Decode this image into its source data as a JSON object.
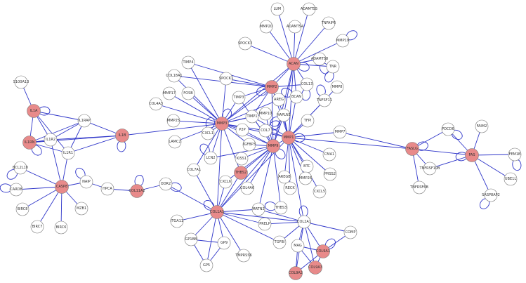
{
  "colors": {
    "edge": "#2f36c9",
    "highlight": "#e88a8a",
    "plain": "#ffffff"
  },
  "nodes": [
    {
      "id": "S100A13",
      "hl": false
    },
    {
      "id": "IL1A",
      "hl": true
    },
    {
      "id": "IL1RAP",
      "hl": false
    },
    {
      "id": "IL1RN",
      "hl": true
    },
    {
      "id": "IL1R2",
      "hl": false
    },
    {
      "id": "IL1R1",
      "hl": false
    },
    {
      "id": "IL1B",
      "hl": true
    },
    {
      "id": "BCL2L10",
      "hl": false
    },
    {
      "id": "CARD8",
      "hl": false
    },
    {
      "id": "CASP8",
      "hl": true
    },
    {
      "id": "NAIP",
      "hl": false
    },
    {
      "id": "HPCA",
      "hl": false
    },
    {
      "id": "BIRC8",
      "hl": false
    },
    {
      "id": "BIRC7",
      "hl": false
    },
    {
      "id": "BIRC6",
      "hl": false
    },
    {
      "id": "MZB1",
      "hl": false
    },
    {
      "id": "COL11A2",
      "hl": true
    },
    {
      "id": "ODR2",
      "hl": false
    },
    {
      "id": "LUM",
      "hl": false
    },
    {
      "id": "ADAMTS5",
      "hl": false
    },
    {
      "id": "MMP20",
      "hl": false
    },
    {
      "id": "ADAMTS4",
      "hl": false
    },
    {
      "id": "TNFAIP6",
      "hl": false
    },
    {
      "id": "SPOCK3",
      "hl": false
    },
    {
      "id": "MMP19",
      "hl": false
    },
    {
      "id": "ACAN",
      "hl": true
    },
    {
      "id": "ADAMTS8",
      "hl": false
    },
    {
      "id": "TNR",
      "hl": false
    },
    {
      "id": "TIMP4",
      "hl": false
    },
    {
      "id": "COL18A1",
      "hl": false
    },
    {
      "id": "SPOCK1",
      "hl": false
    },
    {
      "id": "MMP2",
      "hl": true
    },
    {
      "id": "COL13",
      "hl": false
    },
    {
      "id": "MMP8",
      "hl": false
    },
    {
      "id": "MMP17",
      "hl": false
    },
    {
      "id": "FOSB",
      "hl": false
    },
    {
      "id": "TIMP3",
      "hl": false
    },
    {
      "id": "AREG",
      "hl": false
    },
    {
      "id": "BCAN",
      "hl": false
    },
    {
      "id": "COL4A3",
      "hl": false
    },
    {
      "id": "TNFSF11",
      "hl": false
    },
    {
      "id": "TIMP1",
      "hl": false
    },
    {
      "id": "MMP10",
      "hl": false
    },
    {
      "id": "HAPLN1",
      "hl": false
    },
    {
      "id": "MMP25",
      "hl": false
    },
    {
      "id": "MMP3",
      "hl": true
    },
    {
      "id": "TFPI",
      "hl": false
    },
    {
      "id": "CXCL1",
      "hl": false
    },
    {
      "id": "P2P",
      "hl": false
    },
    {
      "id": "COL7",
      "hl": false
    },
    {
      "id": "MMP1",
      "hl": true
    },
    {
      "id": "MMP7",
      "hl": false
    },
    {
      "id": "FASLG",
      "hl": true
    },
    {
      "id": "PDCD6",
      "hl": false
    },
    {
      "id": "FAIM2",
      "hl": false
    },
    {
      "id": "FAS",
      "hl": true
    },
    {
      "id": "FEM1B",
      "hl": false
    },
    {
      "id": "TNFRSF10B",
      "hl": false
    },
    {
      "id": "UBE1L",
      "hl": false
    },
    {
      "id": "SASP8AP2",
      "hl": false
    },
    {
      "id": "TNFRSF6B",
      "hl": false
    },
    {
      "id": "LAMC2",
      "hl": false
    },
    {
      "id": "IGFBP3",
      "hl": false
    },
    {
      "id": "MMP9",
      "hl": true
    },
    {
      "id": "CMA1",
      "hl": false
    },
    {
      "id": "LCN2",
      "hl": false
    },
    {
      "id": "KISS1",
      "hl": false
    },
    {
      "id": "BTC",
      "hl": false
    },
    {
      "id": "COL7A1",
      "hl": false
    },
    {
      "id": "THBS2",
      "hl": true
    },
    {
      "id": "CXCL6",
      "hl": false
    },
    {
      "id": "AREGB",
      "hl": false
    },
    {
      "id": "MMP26",
      "hl": false
    },
    {
      "id": "PRSS2",
      "hl": false
    },
    {
      "id": "RECK",
      "hl": false
    },
    {
      "id": "CXCL5",
      "hl": false
    },
    {
      "id": "COL4A6",
      "hl": false
    },
    {
      "id": "MATN2",
      "hl": false
    },
    {
      "id": "THBS3",
      "hl": false
    },
    {
      "id": "COL1A1",
      "hl": true
    },
    {
      "id": "ITGA11",
      "hl": false
    },
    {
      "id": "PRELP",
      "hl": false
    },
    {
      "id": "COL2A1",
      "hl": false
    },
    {
      "id": "COMP",
      "hl": false
    },
    {
      "id": "GP1BB",
      "hl": false
    },
    {
      "id": "GP9",
      "hl": false
    },
    {
      "id": "TGFBI",
      "hl": false
    },
    {
      "id": "COL9A1",
      "hl": true
    },
    {
      "id": "GP5",
      "hl": false
    },
    {
      "id": "TMPRSS6",
      "hl": false
    },
    {
      "id": "MAG",
      "hl": false
    },
    {
      "id": "COL9A3",
      "hl": true
    },
    {
      "id": "COL9A2",
      "hl": true
    }
  ],
  "edges": [
    [
      "IL1A",
      "IL1RAP"
    ],
    [
      "IL1A",
      "IL1R2"
    ],
    [
      "IL1A",
      "IL1R1"
    ],
    [
      "IL1A",
      "IL1RN"
    ],
    [
      "IL1A",
      "S100A13"
    ],
    [
      "IL1RN",
      "IL1R2"
    ],
    [
      "IL1RN",
      "IL1R1"
    ],
    [
      "IL1RN",
      "IL1RAP"
    ],
    [
      "IL1B",
      "IL1RAP"
    ],
    [
      "IL1B",
      "IL1R2"
    ],
    [
      "IL1B",
      "IL1R1"
    ],
    [
      "IL1B",
      "IL1RN"
    ],
    [
      "IL1B",
      "MMP3"
    ],
    [
      "IL1R1",
      "IL1RAP"
    ],
    [
      "IL1R2",
      "IL1RAP"
    ],
    [
      "IL1R1",
      "CASP8"
    ],
    [
      "CASP8",
      "BCL2L10"
    ],
    [
      "CASP8",
      "CARD8"
    ],
    [
      "CASP8",
      "NAIP"
    ],
    [
      "CASP8",
      "BIRC8"
    ],
    [
      "CASP8",
      "BIRC7"
    ],
    [
      "CASP8",
      "BIRC6"
    ],
    [
      "CASP8",
      "MZB1"
    ],
    [
      "CASP8",
      "IL1R2"
    ],
    [
      "NAIP",
      "HPCA"
    ],
    [
      "HPCA",
      "COL11A2"
    ],
    [
      "COL11A2",
      "ODR2"
    ],
    [
      "ODR2",
      "COL1A1"
    ],
    [
      "ACAN",
      "LUM"
    ],
    [
      "ACAN",
      "ADAMTS5"
    ],
    [
      "ACAN",
      "MMP20"
    ],
    [
      "ACAN",
      "ADAMTS4"
    ],
    [
      "ACAN",
      "TNFAIP6"
    ],
    [
      "ACAN",
      "SPOCK3"
    ],
    [
      "ACAN",
      "MMP19"
    ],
    [
      "ACAN",
      "ADAMTS8"
    ],
    [
      "ACAN",
      "TNR"
    ],
    [
      "ACAN",
      "MMP2"
    ],
    [
      "ACAN",
      "MMP3"
    ],
    [
      "ACAN",
      "COL13"
    ],
    [
      "ACAN",
      "BCAN"
    ],
    [
      "ACAN",
      "MMP1"
    ],
    [
      "ACAN",
      "HAPLN1"
    ],
    [
      "ACAN",
      "MMP9"
    ],
    [
      "MMP2",
      "TIMP4"
    ],
    [
      "MMP2",
      "COL18A1"
    ],
    [
      "MMP2",
      "SPOCK1"
    ],
    [
      "MMP2",
      "TIMP3"
    ],
    [
      "MMP2",
      "COL13"
    ],
    [
      "MMP2",
      "MMP3"
    ],
    [
      "MMP2",
      "MMP9"
    ],
    [
      "MMP2",
      "MMP1"
    ],
    [
      "MMP2",
      "TIMP1"
    ],
    [
      "MMP3",
      "COL18A1"
    ],
    [
      "MMP3",
      "MMP17"
    ],
    [
      "MMP3",
      "FOSB"
    ],
    [
      "MMP3",
      "COL4A3"
    ],
    [
      "MMP3",
      "MMP25"
    ],
    [
      "MMP3",
      "CXCL1"
    ],
    [
      "MMP3",
      "LAMC2"
    ],
    [
      "MMP3",
      "COL7A1"
    ],
    [
      "MMP3",
      "LCN2"
    ],
    [
      "MMP3",
      "P2P"
    ],
    [
      "MMP3",
      "COL7"
    ],
    [
      "MMP3",
      "IGFBP3"
    ],
    [
      "MMP3",
      "TIMP1"
    ],
    [
      "MMP3",
      "MMP10"
    ],
    [
      "MMP3",
      "MMP9"
    ],
    [
      "MMP3",
      "MMP1"
    ],
    [
      "MMP3",
      "COL1A1"
    ],
    [
      "MMP3",
      "THBS2"
    ],
    [
      "MMP3",
      "TIMP3"
    ],
    [
      "MMP3",
      "SPOCK1"
    ],
    [
      "MMP3",
      "TIMP4"
    ],
    [
      "MMP3",
      "AREG"
    ],
    [
      "MMP1",
      "MMP8"
    ],
    [
      "MMP1",
      "AREG"
    ],
    [
      "MMP1",
      "BCAN"
    ],
    [
      "MMP1",
      "TNFSF11"
    ],
    [
      "MMP1",
      "TFPI"
    ],
    [
      "MMP1",
      "MMP7"
    ],
    [
      "MMP1",
      "CMA1"
    ],
    [
      "MMP1",
      "BTC"
    ],
    [
      "MMP1",
      "PRSS2"
    ],
    [
      "MMP1",
      "MMP26"
    ],
    [
      "MMP1",
      "CXCL5"
    ],
    [
      "MMP1",
      "RECK"
    ],
    [
      "MMP1",
      "AREGB"
    ],
    [
      "MMP1",
      "MMP9"
    ],
    [
      "MMP1",
      "COL7"
    ],
    [
      "MMP1",
      "HAPLN1"
    ],
    [
      "MMP1",
      "COL1A1"
    ],
    [
      "MMP1",
      "COL2A1"
    ],
    [
      "MMP1",
      "FASLG"
    ],
    [
      "MMP1",
      "TIMP1"
    ],
    [
      "MMP9",
      "IGFBP3"
    ],
    [
      "MMP9",
      "KISS1"
    ],
    [
      "MMP9",
      "THBS2"
    ],
    [
      "MMP9",
      "COL4A6"
    ],
    [
      "MMP9",
      "MATN2"
    ],
    [
      "MMP9",
      "THBS3"
    ],
    [
      "MMP9",
      "COL1A1"
    ],
    [
      "MMP9",
      "P2P"
    ],
    [
      "MMP9",
      "COL7"
    ],
    [
      "MMP9",
      "TIMP1"
    ],
    [
      "MMP9",
      "MMP10"
    ],
    [
      "MMP9",
      "HAPLN1"
    ],
    [
      "MMP9",
      "LCN2"
    ],
    [
      "MMP9",
      "CXCL6"
    ],
    [
      "MMP9",
      "TIMP3"
    ],
    [
      "COL1A1",
      "ITGA11"
    ],
    [
      "COL1A1",
      "PRELP"
    ],
    [
      "COL1A1",
      "GP1BB"
    ],
    [
      "COL1A1",
      "GP9"
    ],
    [
      "COL1A1",
      "GP5"
    ],
    [
      "COL1A1",
      "TMPRSS6"
    ],
    [
      "COL1A1",
      "THBS2"
    ],
    [
      "COL1A1",
      "COL7A1"
    ],
    [
      "COL1A1",
      "MATN2"
    ],
    [
      "COL1A1",
      "COL2A1"
    ],
    [
      "COL1A1",
      "CXCL6"
    ],
    [
      "COL1A1",
      "TGFBI"
    ],
    [
      "COL2A1",
      "COMP"
    ],
    [
      "COL2A1",
      "MATN2"
    ],
    [
      "COL2A1",
      "PRELP"
    ],
    [
      "COL2A1",
      "COL9A1"
    ],
    [
      "COL2A1",
      "COL9A3"
    ],
    [
      "COL2A1",
      "COL9A2"
    ],
    [
      "COL2A1",
      "MAG"
    ],
    [
      "COL2A1",
      "TGFBI"
    ],
    [
      "COL9A1",
      "COMP"
    ],
    [
      "COL9A1",
      "MAG"
    ],
    [
      "COL9A3",
      "MAG"
    ],
    [
      "COL9A2",
      "MAG"
    ],
    [
      "COL9A3",
      "COL9A1"
    ],
    [
      "COL9A2",
      "COL9A1"
    ],
    [
      "FASLG",
      "PDCD6"
    ],
    [
      "FASLG",
      "FAS"
    ],
    [
      "FASLG",
      "TNFRSF10B"
    ],
    [
      "FASLG",
      "TNFRSF6B"
    ],
    [
      "FASLG",
      "MMP7"
    ],
    [
      "FAS",
      "PDCD6"
    ],
    [
      "FAS",
      "FAIM2"
    ],
    [
      "FAS",
      "FEM1B"
    ],
    [
      "FAS",
      "UBE1L"
    ],
    [
      "FAS",
      "SASP8AP2"
    ],
    [
      "FAS",
      "TNFRSF10B"
    ],
    [
      "GP1BB",
      "GP9"
    ],
    [
      "GP1BB",
      "GP5"
    ],
    [
      "GP9",
      "GP5"
    ]
  ],
  "loops": [
    "IL1A",
    "IL1RN",
    "IL1B",
    "BCL2L10",
    "CARD8",
    "NAIP",
    "COL11A2",
    "MMP19",
    "ACAN",
    "ADAMTS8",
    "TNR",
    "MMP2",
    "BCAN",
    "TNFSF11",
    "MMP3",
    "FASLG",
    "PDCD6",
    "FEM1B",
    "SASP8AP2",
    "FAS",
    "COL1A1",
    "COL2A1",
    "COL9A1",
    "MMP1",
    "MMP9",
    "COL13",
    "HAPLN1",
    "THBS3",
    "LCN2",
    "CXCL1",
    "COL7",
    "ODR2"
  ]
}
